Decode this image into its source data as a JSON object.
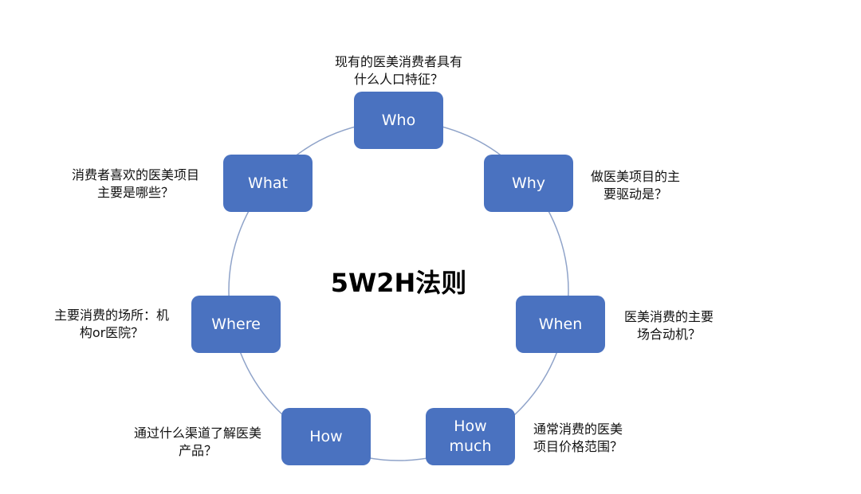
{
  "title": "5W2H法则",
  "colors": {
    "node_fill": "#4A72C0",
    "node_text": "#FFFFFF",
    "ring_stroke": "#8FA3C9",
    "question_text": "#111111"
  },
  "nodes": [
    {
      "id": "who",
      "label": "Who",
      "question": [
        "现有的医美消费者具有",
        "什么人口特征？"
      ]
    },
    {
      "id": "why",
      "label": "Why",
      "question": [
        "做医美项目的主",
        "要驱动是？"
      ]
    },
    {
      "id": "when",
      "label": "When",
      "question": [
        "医美消费的主要",
        "场合动机？"
      ]
    },
    {
      "id": "how-much",
      "label": "How\nmuch",
      "question": [
        "通常消费的医美",
        "项目价格范围？"
      ]
    },
    {
      "id": "how",
      "label": "How",
      "question": [
        "通过什么渠道了解医美",
        "产品？"
      ]
    },
    {
      "id": "where",
      "label": "Where",
      "question": [
        "主要消费的场所：机",
        "构or医院？"
      ]
    },
    {
      "id": "what",
      "label": "What",
      "question": [
        "消费者喜欢的医美项目",
        "主要是哪些？"
      ]
    }
  ]
}
